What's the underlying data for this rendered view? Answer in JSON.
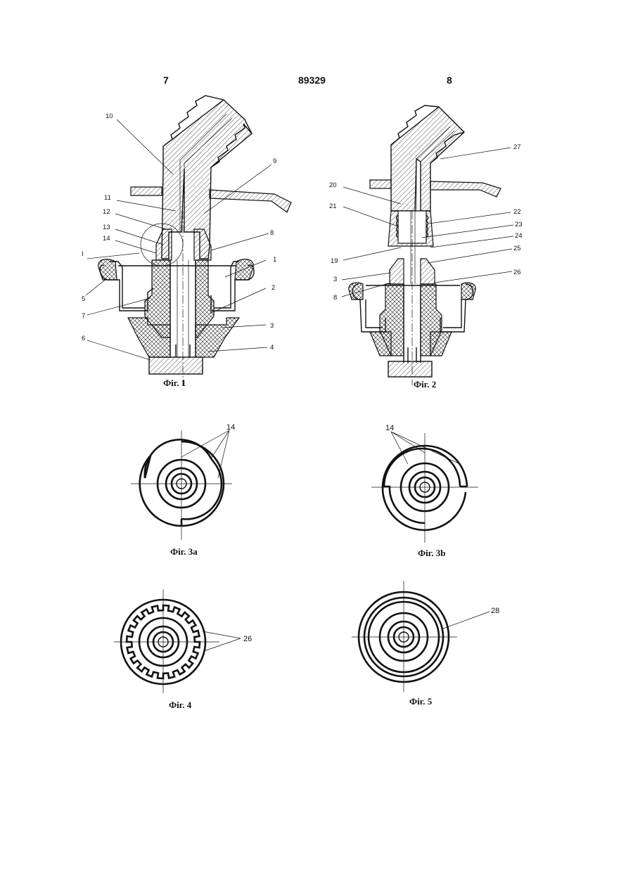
{
  "header": {
    "page_left": "7",
    "patent_number": "89329",
    "page_right": "8"
  },
  "figures": {
    "fig1": {
      "caption": "Фіг. 1",
      "labels": [
        "10",
        "9",
        "11",
        "12",
        "13",
        "8",
        "14",
        "I",
        "1",
        "5",
        "2",
        "7",
        "3",
        "6",
        "4"
      ]
    },
    "fig2": {
      "caption": "Фіг. 2",
      "labels": [
        "27",
        "20",
        "21",
        "22",
        "23",
        "24",
        "19",
        "25",
        "3",
        "26",
        "8"
      ]
    },
    "fig3a": {
      "caption": "Фіг. 3а",
      "labels": [
        "14"
      ]
    },
    "fig3b": {
      "caption": "Фіг. 3b",
      "labels": [
        "14"
      ]
    },
    "fig4": {
      "caption": "Фіг. 4",
      "labels": [
        "26"
      ]
    },
    "fig5": {
      "caption": "Фіг. 5",
      "labels": [
        "28"
      ]
    }
  }
}
